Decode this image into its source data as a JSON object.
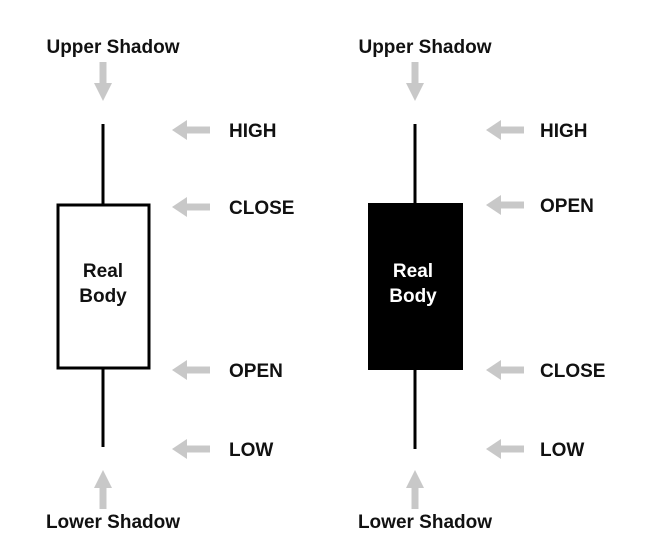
{
  "colors": {
    "arrow": "#c8c8c8",
    "text": "#111111",
    "line": "#000000",
    "bullish_fill": "#ffffff",
    "bearish_fill": "#000000",
    "bearish_text": "#ffffff"
  },
  "candles": [
    {
      "type": "bullish",
      "upper_shadow_label": "Upper Shadow",
      "lower_shadow_label": "Lower Shadow",
      "body_label_line1": "Real",
      "body_label_line2": "Body",
      "high_label": "HIGH",
      "body_top_label": "CLOSE",
      "body_bottom_label": "OPEN",
      "low_label": "LOW"
    },
    {
      "type": "bearish",
      "upper_shadow_label": "Upper Shadow",
      "lower_shadow_label": "Lower Shadow",
      "body_label_line1": "Real",
      "body_label_line2": "Body",
      "high_label": "HIGH",
      "body_top_label": "OPEN",
      "body_bottom_label": "CLOSE",
      "low_label": "LOW"
    }
  ]
}
